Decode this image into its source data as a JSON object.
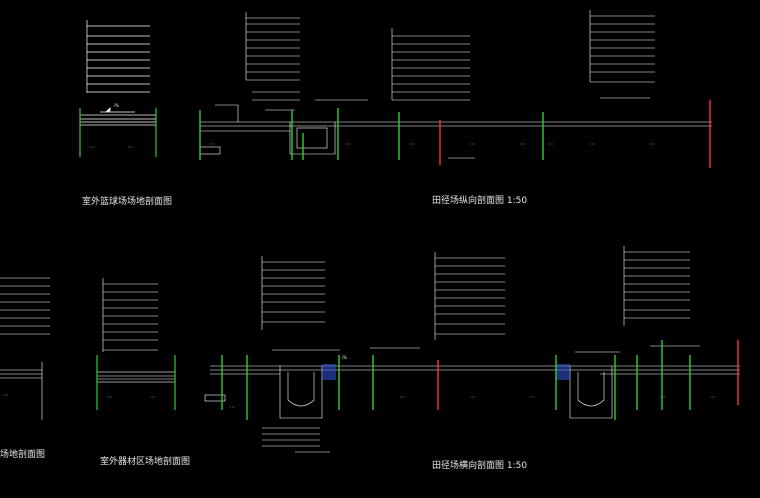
{
  "titles": {
    "top_left": "室外篮球场场地剖面图",
    "top_right": "田径场纵向剖面图 1:50",
    "bottom_left": "场地剖面图",
    "bottom_mid": "室外器材区场地剖面图",
    "bottom_right": "田径场横向剖面图 1:50"
  },
  "slope_label": "i%"
}
